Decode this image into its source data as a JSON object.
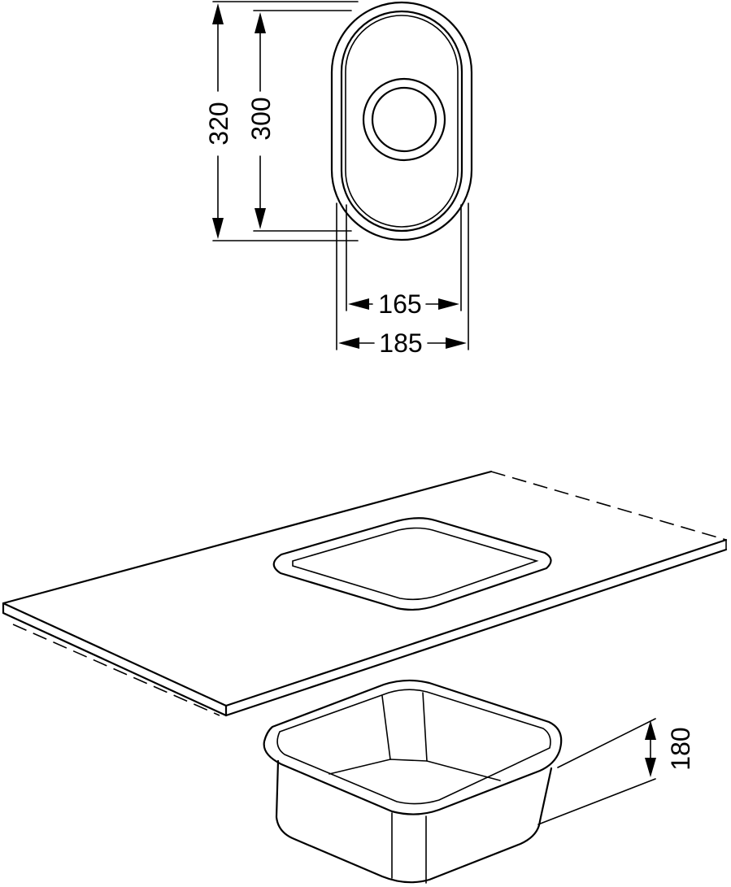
{
  "top_view": {
    "outer_length": "320",
    "inner_length": "300",
    "inner_width": "165",
    "outer_width": "185"
  },
  "side_view": {
    "depth": "180"
  }
}
